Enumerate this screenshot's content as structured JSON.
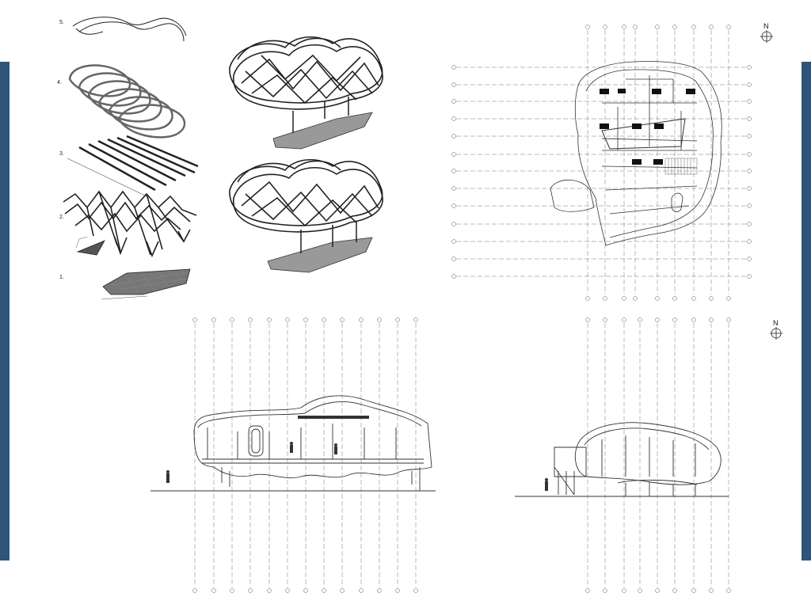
{
  "colors": {
    "accent": "#2e5477",
    "line": "#333333",
    "grid": "#777777"
  },
  "north_label": "N",
  "step_labels": [
    "5.",
    "4.",
    "3.",
    "2.",
    "1."
  ]
}
